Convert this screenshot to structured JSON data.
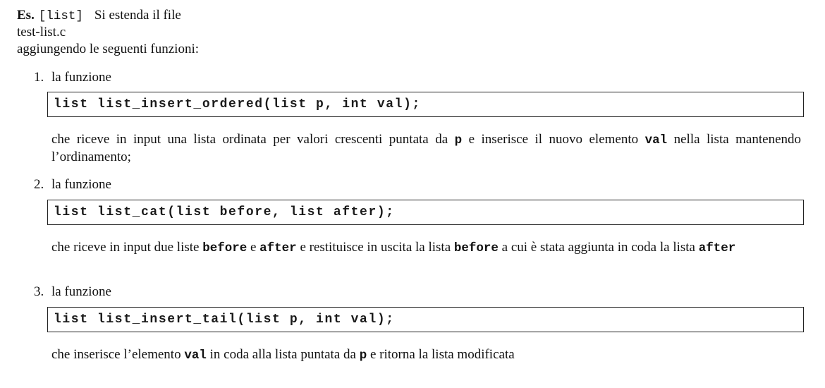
{
  "header": {
    "label": "Es.",
    "code": "[list]",
    "text": "Si estenda il file",
    "filename": "test-list.c",
    "intro": "aggiungendo le seguenti funzioni:"
  },
  "items": [
    {
      "number": "1.",
      "heading": "la funzione",
      "signature": "list list_insert_ordered(list p, int val);",
      "desc": {
        "t1": "che riceve in input una lista ordinata per valori crescenti puntata da ",
        "c1": "p",
        "t2": " e inserisce il nuovo elemento ",
        "c2": "val",
        "t3": " nella lista mantenendo l’ordinamento;"
      }
    },
    {
      "number": "2.",
      "heading": "la funzione",
      "signature": "list list_cat(list before, list after);",
      "desc": {
        "t1": "che riceve in input due liste ",
        "c1": "before",
        "t2": " e ",
        "c2": "after",
        "t3": " e restituisce in uscita la lista ",
        "c3": "before",
        "t4": " a cui è stata aggiunta in coda la lista ",
        "c4": "after"
      }
    },
    {
      "number": "3.",
      "heading": "la funzione",
      "signature": "list list_insert_tail(list p, int val);",
      "desc": {
        "t1": "che inserisce l’elemento ",
        "c1": "val",
        "t2": " in coda alla lista puntata da ",
        "c2": "p",
        "t3": " e ritorna la lista modificata"
      }
    }
  ]
}
